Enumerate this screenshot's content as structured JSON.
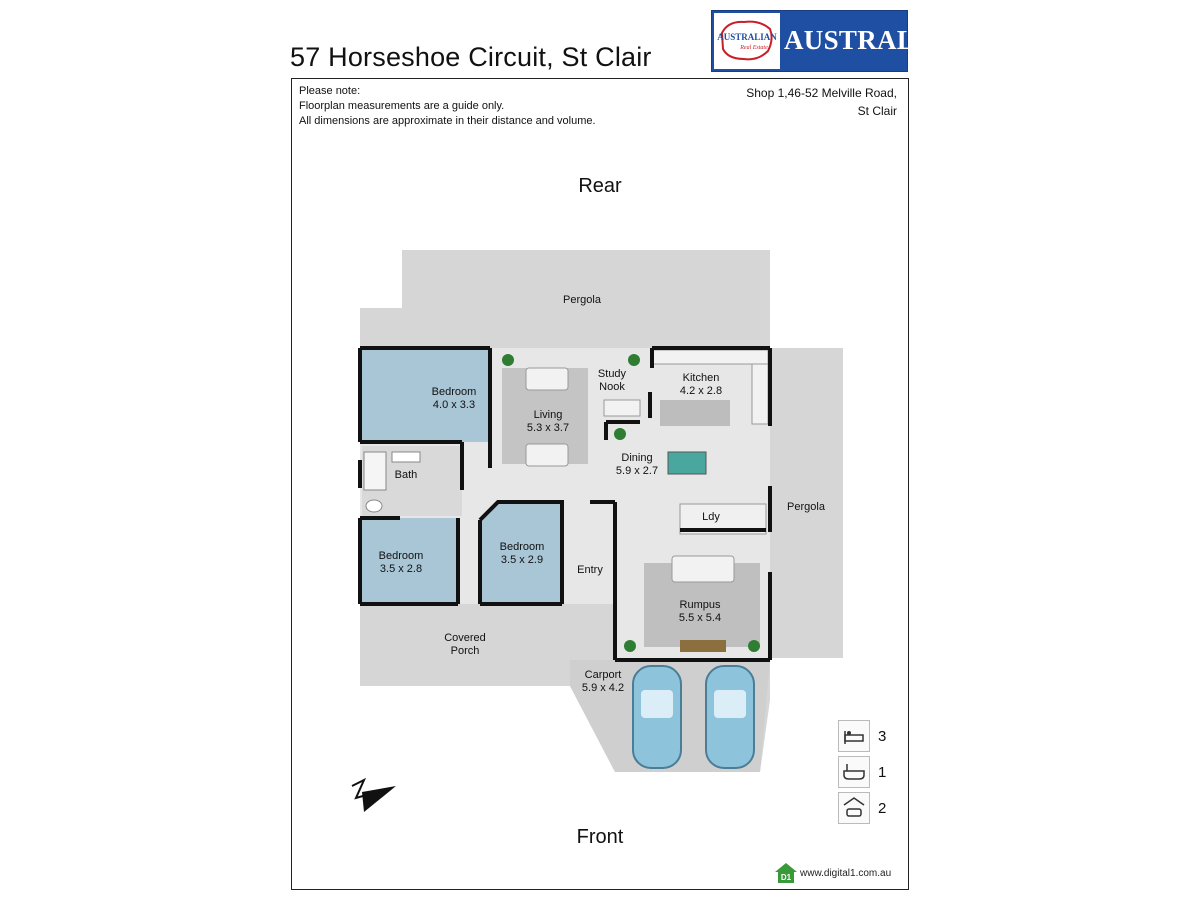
{
  "header": {
    "address_title": "57 Horseshoe Circuit, St Clair",
    "logo_badge_line1": "AUSTRALIAN",
    "logo_badge_line2": "Real Estate",
    "logo_brand": "AUSTRALIAN"
  },
  "note": {
    "line1": "Please note:",
    "line2": "Floorplan measurements are a guide only.",
    "line3": "All dimensions are approximate in their distance and volume."
  },
  "office_address": {
    "line1": "Shop 1,46-52 Melville Road,",
    "line2": "St Clair"
  },
  "orientation": {
    "rear": "Rear",
    "front": "Front"
  },
  "rooms": {
    "pergola_rear": {
      "name": "Pergola"
    },
    "pergola_side": {
      "name": "Pergola"
    },
    "bedroom_master": {
      "name": "Bedroom",
      "size": "4.0 x 3.3"
    },
    "living": {
      "name": "Living",
      "size": "5.3 x 3.7"
    },
    "study": {
      "name1": "Study",
      "name2": "Nook"
    },
    "kitchen": {
      "name": "Kitchen",
      "size": "4.2 x 2.8"
    },
    "dining": {
      "name": "Dining",
      "size": "5.9 x 2.7"
    },
    "bath": {
      "name": "Bath"
    },
    "laundry": {
      "name": "Ldy"
    },
    "bedroom_2": {
      "name": "Bedroom",
      "size": "3.5 x 2.8"
    },
    "bedroom_3": {
      "name": "Bedroom",
      "size": "3.5 x 2.9"
    },
    "entry": {
      "name": "Entry"
    },
    "rumpus": {
      "name": "Rumpus",
      "size": "5.5 x 5.4"
    },
    "porch": {
      "name1": "Covered",
      "name2": "Porch"
    },
    "carport": {
      "name": "Carport",
      "size": "5.9 x 4.2"
    }
  },
  "summary": {
    "bedrooms": "3",
    "bathrooms": "1",
    "car_spaces": "2",
    "bed_icon": "bed-icon",
    "bath_icon": "bathtub-icon",
    "car_icon": "garage-car-icon"
  },
  "credit": {
    "badge": "D1",
    "website": "www.digital1.com.au"
  },
  "colors": {
    "logo_blue": "#1f4fa2",
    "bedroom_blue": "#a9c6d6",
    "floor_grey": "#e6e6e6",
    "outdoor_grey": "#d4d4d4",
    "wall": "#111111",
    "car_blue": "#8ec3dc",
    "d1_green": "#3a9a3a"
  }
}
